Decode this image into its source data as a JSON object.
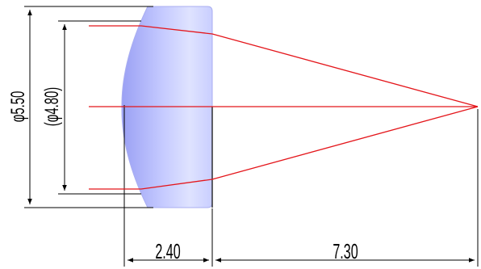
{
  "dimensions": {
    "outer_diameter": "φ5.50",
    "clear_aperture": "(φ4.80)",
    "thickness": "2.40",
    "back_focal_distance": "7.30"
  },
  "colors": {
    "lens_fill_edge": "#9aa0f4",
    "lens_fill_center": "#dfe3ff",
    "ray": "#e4161b",
    "dimension_line": "#000000"
  }
}
